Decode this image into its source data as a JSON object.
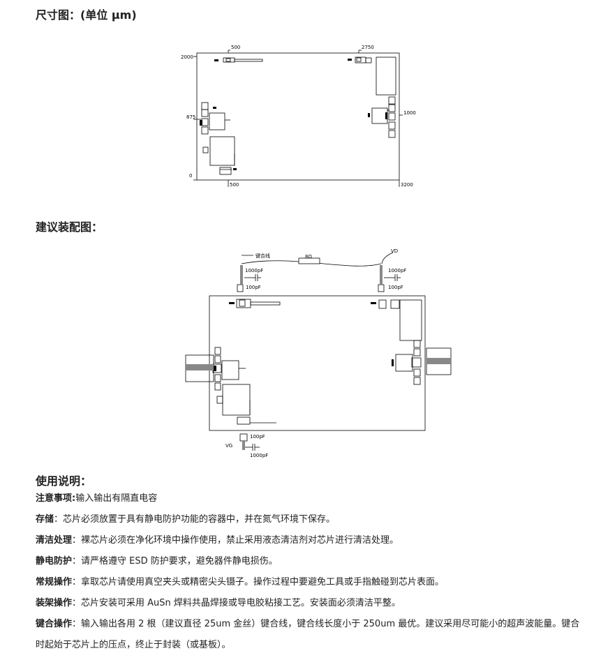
{
  "headings": {
    "dimension": "尺寸图：(单位 μm)",
    "assembly": "建议装配图：",
    "usage": "使用说明："
  },
  "dim_diagram": {
    "top_labels": [
      "500",
      "2750"
    ],
    "bottom_labels": [
      "500",
      "3200"
    ],
    "left_labels": [
      "2000",
      "875",
      "0"
    ],
    "right_labels": [
      "1000"
    ]
  },
  "assembly_diagram": {
    "bond_wire_label": "键合线",
    "resistor_label": "8Ω",
    "vd_label": "VD",
    "vg_label": "VG",
    "cap_1000pF": "1000pF",
    "cap_100pF": "100pF"
  },
  "notes": [
    {
      "label": "注意事项:",
      "text": "输入输出有隔直电容"
    },
    {
      "label": "存储",
      "text": "：芯片必须放置于具有静电防护功能的容器中，并在氮气环境下保存。"
    },
    {
      "label": "清洁处理",
      "text": "：裸芯片必须在净化环境中操作使用，禁止采用液态清洁剂对芯片进行清洁处理。"
    },
    {
      "label": "静电防护",
      "text": "：请严格遵守 ESD 防护要求，避免器件静电损伤。"
    },
    {
      "label": "常规操作",
      "text": "：拿取芯片请使用真空夹头或精密尖头镊子。操作过程中要避免工具或手指触碰到芯片表面。"
    },
    {
      "label": "装架操作",
      "text": "：芯片安装可采用 AuSn 焊料共晶焊接或导电胶粘接工艺。安装面必须清洁平整。"
    },
    {
      "label": "键合操作",
      "text": "：输入输出各用 2 根（建议直径 25um 金丝）键合线，键合线长度小于 250um 最优。建议采用尽可能小的超声波能量。键合时起始于芯片上的压点，终止于封装（或基板）。"
    }
  ]
}
